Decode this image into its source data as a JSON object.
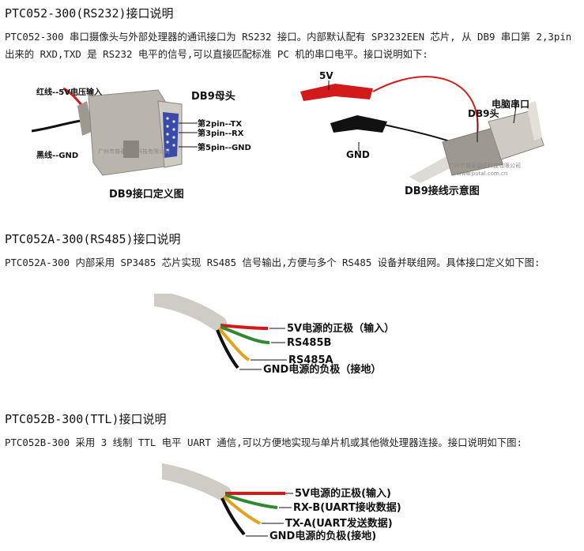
{
  "sections": [
    {
      "heading": "PTC052-300(RS232)接口说明",
      "paragraph": "PTC052-300 串口摄像头与外部处理器的通讯接口为 RS232 接口。内部默认配有 SP3232EEN 芯片, 从 DB9 串口第 2,3pin 出来的 RXD,TXD 是 RS232 电平的信号,可以直接匹配标准 PC 机的串口电平。接口说明如下:"
    },
    {
      "heading": "PTC052A-300(RS485)接口说明",
      "paragraph": "PTC052A-300 内部采用 SP3485 芯片实现 RS485 信号输出,方便与多个 RS485 设备并联组网。具体接口定义如下图:"
    },
    {
      "heading": "PTC052B-300(TTL)接口说明",
      "paragraph": "PTC052B-300 采用 3 线制 TTL 电平 UART 通信,可以方便地实现与单片机或其他微处理器连接。接口说明如下图:"
    }
  ],
  "fig_db9": {
    "red_wire": "红线--5V电压输入",
    "black_wire": "黑线--GND",
    "title": "DB9母头",
    "pin2": "第2pin--TX",
    "pin3": "第3pin--RX",
    "pin5": "第5pin--GND",
    "caption": "DB9接口定义图",
    "watermark": "广州市普泰通讯科技有限公司"
  },
  "fig_wiring": {
    "v5": "5V",
    "gnd": "GND",
    "db9_head": "DB9头",
    "pc_port": "电脑串口",
    "caption": "DB9接线示意图",
    "watermark": "广州市普泰通讯科技有限公司",
    "url": "www.putal.com.cn"
  },
  "fig_rs485": {
    "label1": "5V电源的正极（输入）",
    "label2": "RS485B",
    "label3": "RS485A",
    "label4": "GND电源的负极（接地）"
  },
  "fig_ttl": {
    "label1": "5V电源的正极(输入)",
    "label2": "RX-B(UART接收数据)",
    "label3": "TX-A(UART发送数据)",
    "label4": "GND电源的负极(接地)"
  },
  "colors": {
    "red": "#d21a1a",
    "green": "#2f8a2f",
    "yellow": "#e4a21c",
    "black": "#111111",
    "connector": "#b9b5ad",
    "pins": "#3a4aa8"
  }
}
